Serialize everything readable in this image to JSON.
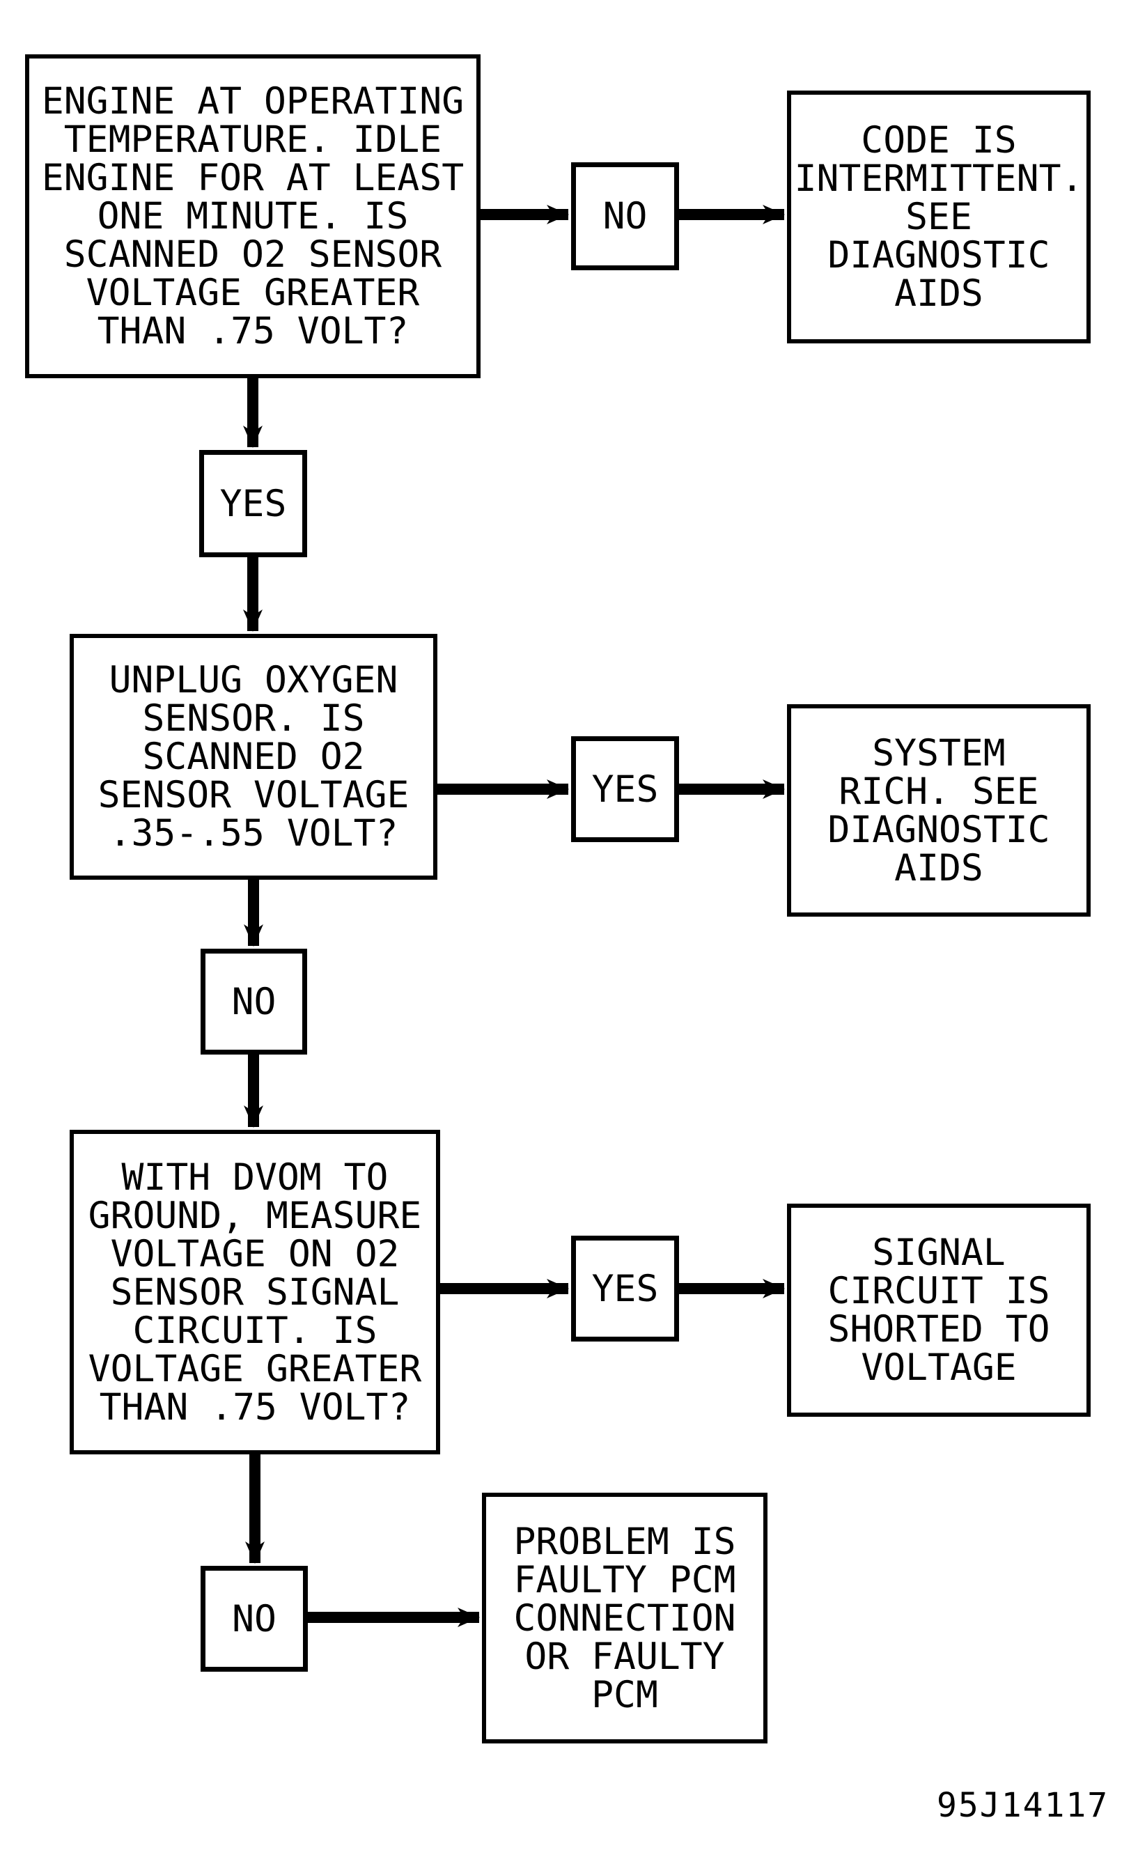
{
  "diagram": {
    "caption": "95J14117",
    "ink_color": "#000000",
    "paper_color": "#ffffff",
    "nodes": {
      "q1": {
        "text": "ENGINE AT OPERATING\nTEMPERATURE. IDLE\nENGINE FOR AT LEAST\nONE MINUTE. IS\nSCANNED O2 SENSOR\nVOLTAGE GREATER\nTHAN .75 VOLT?"
      },
      "no1": {
        "text": "NO"
      },
      "r1": {
        "text": "CODE IS\nINTERMITTENT.\nSEE\nDIAGNOSTIC\nAIDS"
      },
      "yes1": {
        "text": "YES"
      },
      "q2": {
        "text": "UNPLUG OXYGEN\nSENSOR. IS\nSCANNED O2\nSENSOR VOLTAGE\n.35-.55 VOLT?"
      },
      "yes2": {
        "text": "YES"
      },
      "r2": {
        "text": "SYSTEM\nRICH. SEE\nDIAGNOSTIC\nAIDS"
      },
      "no2": {
        "text": "NO"
      },
      "q3": {
        "text": "WITH DVOM TO\nGROUND, MEASURE\nVOLTAGE ON O2\nSENSOR SIGNAL\nCIRCUIT. IS\nVOLTAGE GREATER\nTHAN .75 VOLT?"
      },
      "yes3": {
        "text": "YES"
      },
      "r3": {
        "text": "SIGNAL\nCIRCUIT IS\nSHORTED TO\nVOLTAGE"
      },
      "no3": {
        "text": "NO"
      },
      "r4": {
        "text": "PROBLEM IS\nFAULTY PCM\nCONNECTION\nOR FAULTY\nPCM"
      }
    }
  }
}
